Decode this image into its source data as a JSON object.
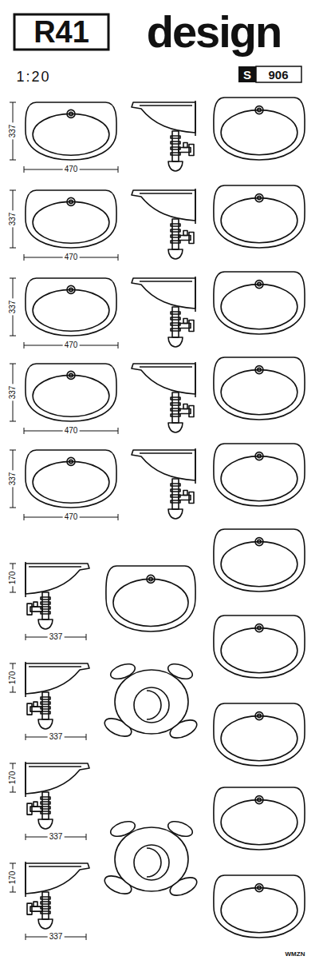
{
  "diagram": {
    "labels": [
      "R41",
      "design",
      "1:20",
      "S",
      "906",
      "337",
      "470",
      "337",
      "470",
      "337",
      "470",
      "337",
      "470",
      "337",
      "470",
      "170",
      "337",
      "170",
      "337",
      "170",
      "337",
      "170",
      "337",
      "WMZN"
    ]
  }
}
